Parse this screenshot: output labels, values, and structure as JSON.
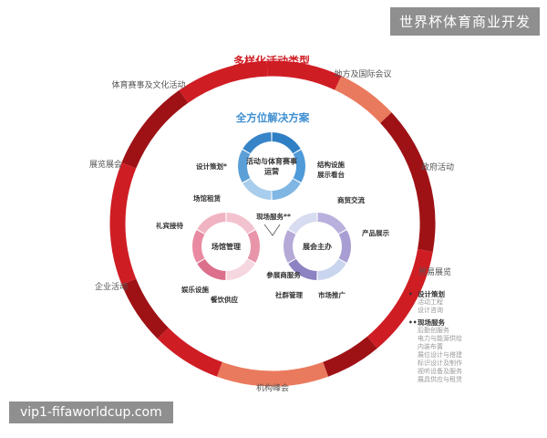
{
  "header": {
    "title": "世界杯体育商业开发"
  },
  "footer": {
    "url": "vip1-fifaworldcup.com"
  },
  "diagram": {
    "outer_title": "多样化活动类型",
    "inner_title": "全方位解决方案",
    "outer_labels": [
      "地方及国际会议",
      "政府活动",
      "贸易展览",
      "机构峰会",
      "企业活动",
      "展览展会",
      "体育赛事及文化活动"
    ],
    "center_label": "现场服务**",
    "circles": [
      {
        "id": "events",
        "label_lines": [
          "活动与体育赛事",
          "运营"
        ],
        "color": "#3f8fd0",
        "around": [
          "设计策划*",
          "结构设施",
          "展示看台"
        ]
      },
      {
        "id": "venue",
        "label_lines": [
          "场馆管理"
        ],
        "color": "#e17c98",
        "around": [
          "场馆租赁",
          "礼宾接待",
          "娱乐设施",
          "餐饮供应"
        ]
      },
      {
        "id": "host",
        "label_lines": [
          "展会主办"
        ],
        "color": "#9a8fc9",
        "around": [
          "商贸交流",
          "产品展示",
          "参展商服务",
          "社群管理",
          "市场推广"
        ]
      }
    ],
    "colors": {
      "ring_dark": "#9e1216",
      "ring_red": "#cf1d24",
      "ring_salmon": "#ea7a5d",
      "accent_blue": "#3f8fd0"
    }
  },
  "notes": [
    {
      "mark": "•",
      "title": "设计策划",
      "items": [
        "活动工程",
        "设计咨询"
      ]
    },
    {
      "mark": "••",
      "title": "现场服务",
      "items": [
        "后勤创服务",
        "电力与能源供给",
        "内装布置",
        "展位设计与搭建",
        "标识设计及制作",
        "视听设备及服务",
        "展具供应与租赁"
      ]
    }
  ]
}
